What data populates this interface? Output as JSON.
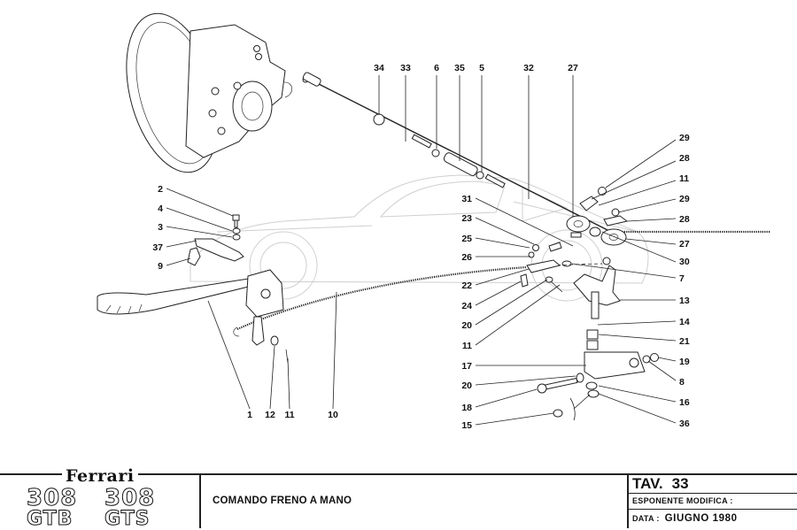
{
  "drawing": {
    "title": "COMANDO FRENO A MANO",
    "brand": "Ferrari",
    "models": [
      {
        "number": "308",
        "variant": "GTB"
      },
      {
        "number": "308",
        "variant": "GTS"
      }
    ],
    "table_label": "TAV.",
    "table_number": "33",
    "revision_label": "ESPONENTE  MODIFICA :",
    "revision_value": "",
    "date_label": "DATA :",
    "date_value": "GIUGNO  1980"
  },
  "callouts": {
    "top": [
      "34",
      "33",
      "6",
      "35",
      "5",
      "32",
      "27"
    ],
    "right_upper": [
      "29",
      "28",
      "11",
      "29",
      "28",
      "27",
      "30",
      "7",
      "13"
    ],
    "right_lower": [
      "14",
      "21",
      "19",
      "8",
      "16",
      "36"
    ],
    "center_left": [
      "31",
      "23",
      "25",
      "26",
      "22",
      "24",
      "20",
      "11"
    ],
    "center_lower": [
      "17",
      "20",
      "18",
      "15"
    ],
    "left": [
      "2",
      "4",
      "3",
      "37",
      "9"
    ],
    "bottom": [
      "1",
      "12",
      "11",
      "10"
    ]
  }
}
